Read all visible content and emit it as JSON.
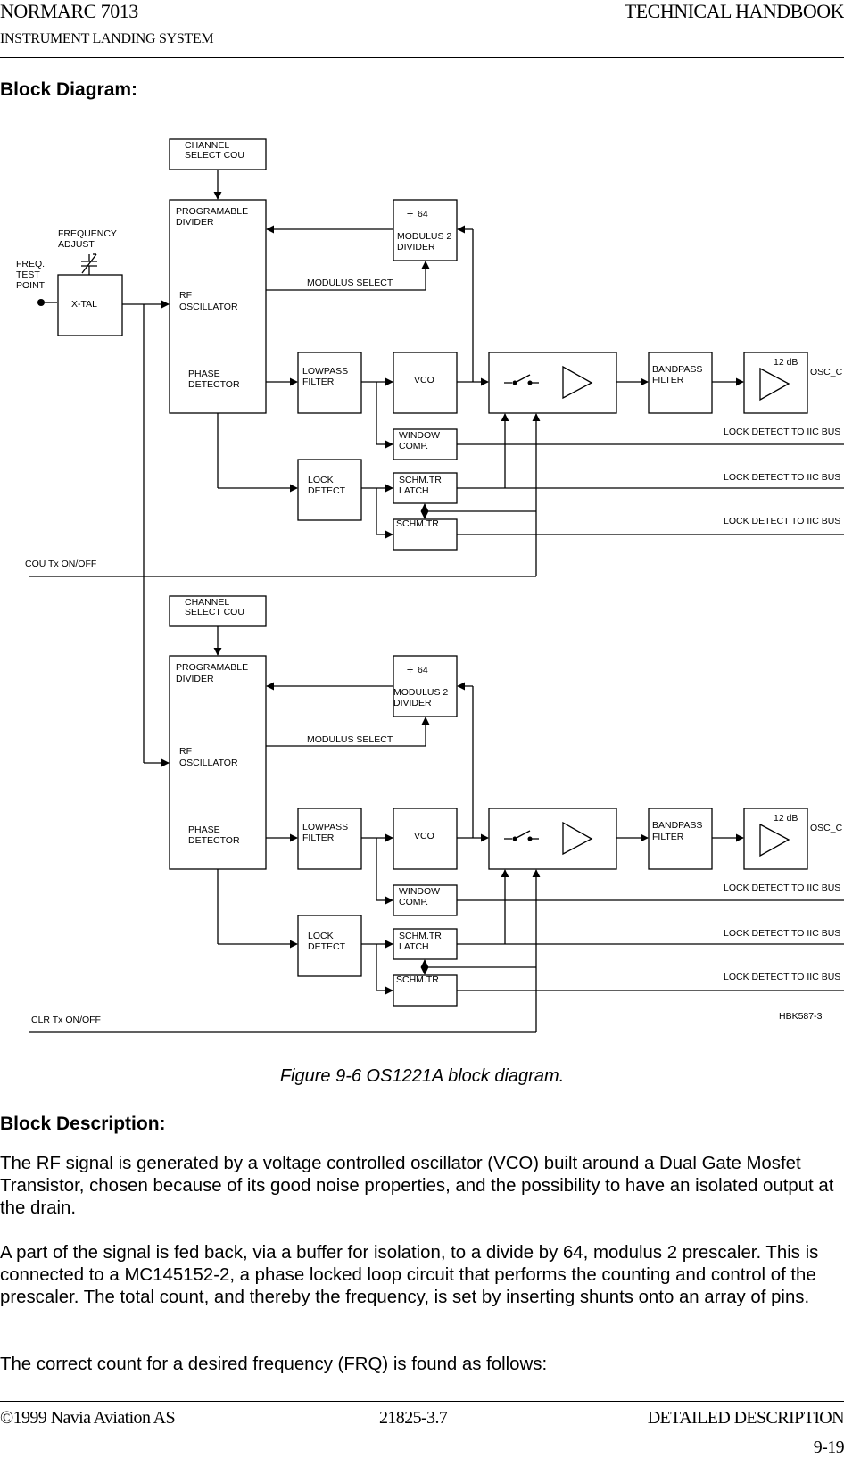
{
  "header": {
    "left": "NORMARC 7013",
    "right": "TECHNICAL HANDBOOK",
    "sub": "INSTRUMENT LANDING SYSTEM"
  },
  "section_title": "Block Diagram:",
  "diagram": {
    "freq_test_point": [
      "FREQ.",
      "TEST",
      "POINT"
    ],
    "frequency_adjust": [
      "FREQUENCY",
      "ADJUST"
    ],
    "xtal": "X-TAL",
    "channel_select": [
      "CHANNEL",
      "SELECT COU"
    ],
    "programable_divider": [
      "PROGRAMABLE",
      "DIVIDER"
    ],
    "rf_oscillator": [
      "RF",
      "OSCILLATOR"
    ],
    "phase_detector": [
      "PHASE",
      "DETECTOR"
    ],
    "divide_symbol": "÷",
    "divide_value": "64",
    "modulus_divider": [
      "MODULUS 2",
      "DIVIDER"
    ],
    "modulus_select": "MODULUS SELECT",
    "lowpass_filter": [
      "LOWPASS",
      "FILTER"
    ],
    "vco": "VCO",
    "bandpass_filter": [
      "BANDPASS",
      "FILTER"
    ],
    "gain": "12 dB",
    "osc_out": "OSC_C",
    "window_comp": [
      "WINDOW",
      "COMP."
    ],
    "lock_detect": [
      "LOCK",
      "DETECT"
    ],
    "schmitt_latch": [
      "SCHM.TR",
      "LATCH"
    ],
    "schmitt": "SCHM.TR",
    "lock_bus_label": "LOCK DETECT TO IIC BUS",
    "cou_tx": "COU Tx ON/OFF",
    "clr_tx": "CLR  Tx ON/OFF",
    "ref": "HBK587-3"
  },
  "figure_caption": "Figure 9-6 OS1221A block diagram.",
  "section2_title": "Block Description:",
  "paragraphs": [
    "The RF signal is generated by a voltage controlled oscillator (VCO) built around a Dual Gate Mosfet Transistor, chosen because of its good noise properties, and the possibility to have an isolated output at the drain.",
    "A part of the signal is fed back, via a buffer for isolation, to a divide by 64, modulus 2 prescaler. This is connected to a MC145152-2, a phase locked loop circuit that performs the counting and control of the prescaler. The total count, and thereby the frequency, is set by inserting shunts onto an array of pins.",
    "The correct count for a desired frequency (FRQ) is found as follows:"
  ],
  "footer": {
    "left": "©1999 Navia Aviation AS",
    "center": "21825-3.7",
    "right": "DETAILED DESCRIPTION",
    "page": "9-19"
  }
}
